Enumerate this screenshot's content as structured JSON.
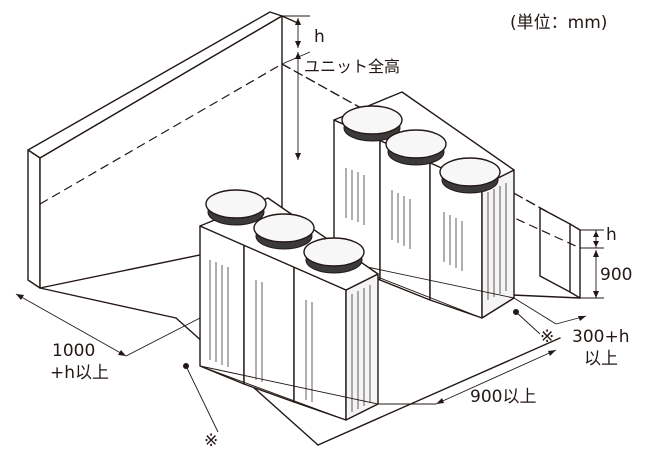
{
  "unit_label": "(単位：mm)",
  "labels": {
    "h_top": "h",
    "unit_height": "ユニット全高",
    "h_right": "h",
    "dim_900": "900",
    "dim_1000_line1": "1000",
    "dim_1000_line2": "+h以上",
    "dim_300_line1": "300+h",
    "dim_300_line2": "以上",
    "dim_900_min": "900以上",
    "note_mark_right": "※",
    "note_mark_bottom": "※"
  }
}
